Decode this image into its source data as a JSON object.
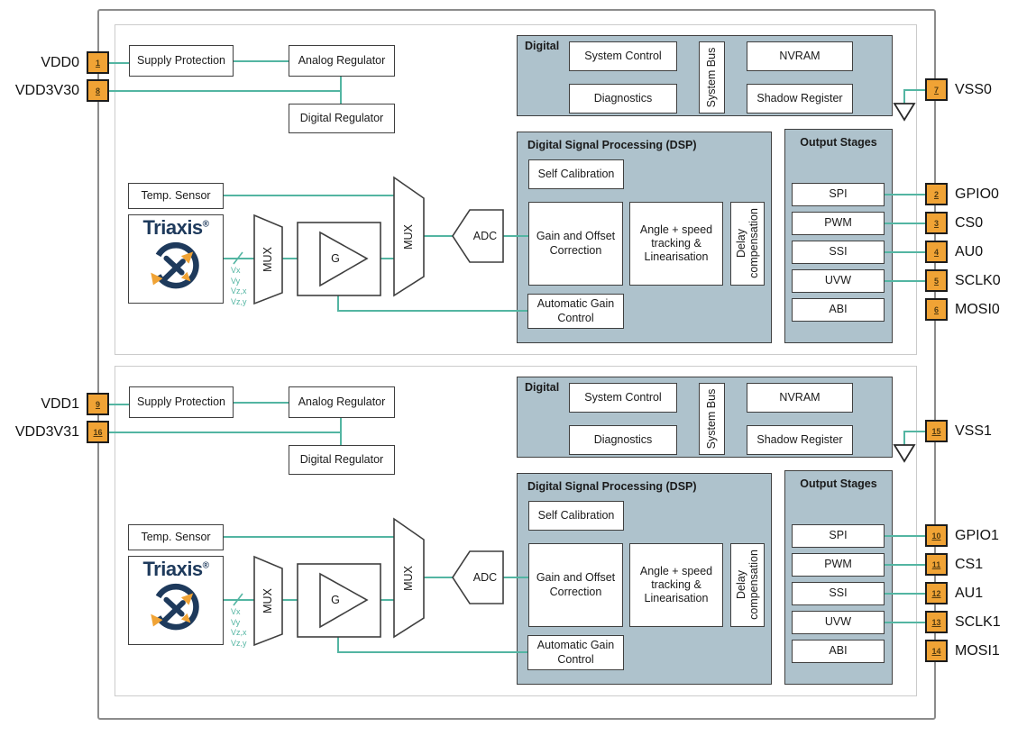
{
  "palette": {
    "teal": "#53B5A2",
    "slate": "#AEC2CC",
    "navy": "#1E3A5C",
    "pin": "#F0A335",
    "border": "#3F3F3F",
    "pkg": "#8C8C8C",
    "inner": "#CBCBCB"
  },
  "halves": [
    {
      "left_pins": [
        {
          "num": "1",
          "label": "VDD0"
        },
        {
          "num": "8",
          "label": "VDD3V30"
        }
      ],
      "supply_protection": "Supply Protection",
      "analog_regulator": "Analog Regulator",
      "digital_regulator": "Digital Regulator",
      "temp_sensor": "Temp. Sensor",
      "triaxis": {
        "brand": "Triaxis",
        "reg": "®"
      },
      "signal_labels": [
        "Vx",
        "Vy",
        "Vz,x",
        "Vz,y"
      ],
      "mux": "MUX",
      "gain": "G",
      "adc": "ADC",
      "digital": {
        "title": "Digital",
        "system_control": "System Control",
        "diagnostics": "Diagnostics",
        "system_bus": "System Bus",
        "nvram": "NVRAM",
        "shadow_register": "Shadow Register"
      },
      "dsp": {
        "title": "Digital Signal Processing (DSP)",
        "self_calibration": "Self Calibration",
        "gain_offset": "Gain and Offset Correction",
        "angle_speed": "Angle + speed tracking & Linearisation",
        "delay": "Delay compensation",
        "agc": "Automatic Gain Control"
      },
      "output_stages": {
        "title": "Output Stages",
        "items": [
          "SPI",
          "PWM",
          "SSI",
          "UVW",
          "ABI"
        ]
      },
      "vss_pin": {
        "num": "7",
        "label": "VSS0"
      },
      "right_pins": [
        {
          "num": "2",
          "label": "GPIO0"
        },
        {
          "num": "3",
          "label": "CS0"
        },
        {
          "num": "4",
          "label": "AU0"
        },
        {
          "num": "5",
          "label": "SCLK0"
        },
        {
          "num": "6",
          "label": "MOSI0"
        }
      ]
    },
    {
      "left_pins": [
        {
          "num": "9",
          "label": "VDD1"
        },
        {
          "num": "16",
          "label": "VDD3V31"
        }
      ],
      "supply_protection": "Supply Protection",
      "analog_regulator": "Analog Regulator",
      "digital_regulator": "Digital Regulator",
      "temp_sensor": "Temp. Sensor",
      "triaxis": {
        "brand": "Triaxis",
        "reg": "®"
      },
      "signal_labels": [
        "Vx",
        "Vy",
        "Vz,x",
        "Vz,y"
      ],
      "mux": "MUX",
      "gain": "G",
      "adc": "ADC",
      "digital": {
        "title": "Digital",
        "system_control": "System Control",
        "diagnostics": "Diagnostics",
        "system_bus": "System Bus",
        "nvram": "NVRAM",
        "shadow_register": "Shadow Register"
      },
      "dsp": {
        "title": "Digital Signal Processing (DSP)",
        "self_calibration": "Self Calibration",
        "gain_offset": "Gain and Offset Correction",
        "angle_speed": "Angle + speed tracking & Linearisation",
        "delay": "Delay compensation",
        "agc": "Automatic Gain Control"
      },
      "output_stages": {
        "title": "Output Stages",
        "items": [
          "SPI",
          "PWM",
          "SSI",
          "UVW",
          "ABI"
        ]
      },
      "vss_pin": {
        "num": "15",
        "label": "VSS1"
      },
      "right_pins": [
        {
          "num": "10",
          "label": "GPIO1"
        },
        {
          "num": "11",
          "label": "CS1"
        },
        {
          "num": "12",
          "label": "AU1"
        },
        {
          "num": "13",
          "label": "SCLK1"
        },
        {
          "num": "14",
          "label": "MOSI1"
        }
      ]
    }
  ]
}
